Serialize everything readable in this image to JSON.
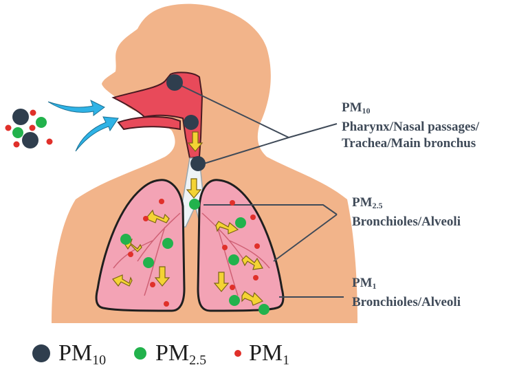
{
  "labels": {
    "pm10": {
      "base": "PM",
      "sub": "10",
      "line2": "Pharynx/Nasal passages/",
      "line3": "Trachea/Main bronchus"
    },
    "pm25": {
      "base": "PM",
      "sub": "2.5",
      "line2": "Bronchioles/Alveoli"
    },
    "pm1": {
      "base": "PM",
      "sub": "1",
      "line2": "Bronchioles/Alveoli"
    }
  },
  "legend": [
    {
      "base": "PM",
      "sub": "10",
      "color": "#2f3e4e"
    },
    {
      "base": "PM",
      "sub": "2.5",
      "color": "#22b24c"
    },
    {
      "base": "PM",
      "sub": "1",
      "color": "#e0302a"
    }
  ],
  "colors": {
    "skin": "#f2b48a",
    "lung": "#f3a3b5",
    "airway": "#e84a5a",
    "arrow_yellow": "#f4d334",
    "arrow_blue": "#2fb3e6",
    "pm10": "#2f3e4e",
    "pm25": "#22b24c",
    "pm1": "#e0302a",
    "label_text": "#3f4a58"
  }
}
